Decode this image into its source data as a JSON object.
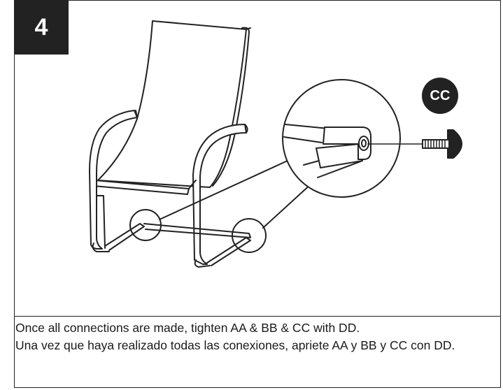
{
  "step": {
    "number": "4"
  },
  "hardware": {
    "label": "CC"
  },
  "instructions": {
    "english": "Once all connections are made, tighten AA & BB & CC with DD.",
    "spanish": "Una vez que haya realizado todas las conexiones, apriete AA y BB y CC con DD."
  },
  "colors": {
    "ink": "#222222",
    "background": "#ffffff"
  }
}
